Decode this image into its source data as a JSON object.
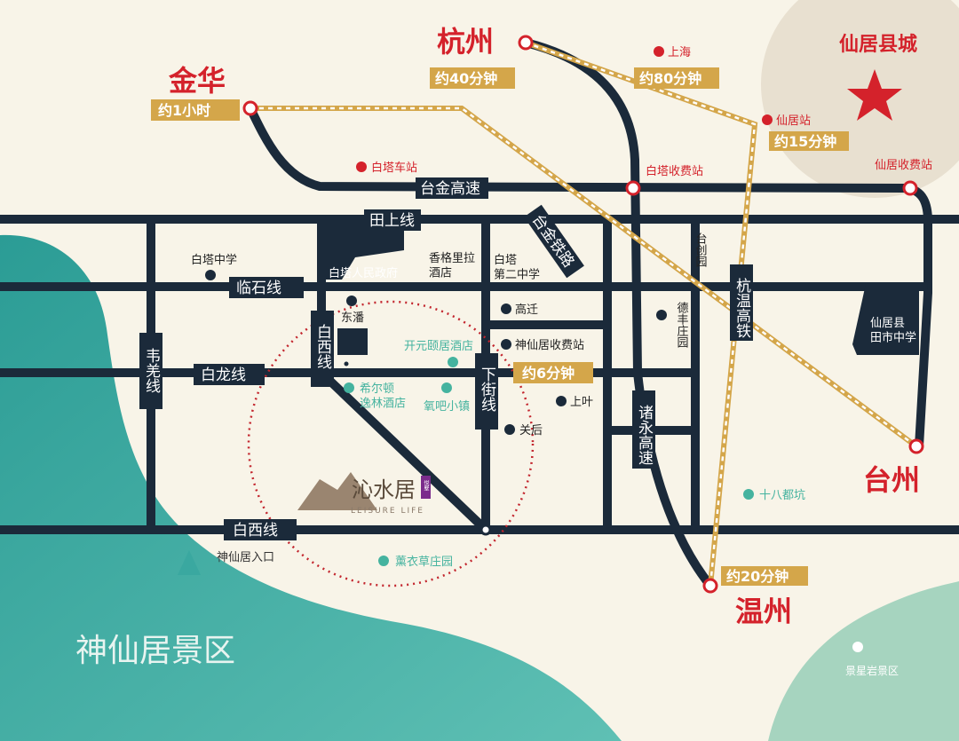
{
  "map": {
    "colors": {
      "road": "#1b2a3a",
      "city": "#d4222b",
      "badge": "#d4a64a",
      "sea": "#3aa8a0",
      "land": "#f8f4e8"
    },
    "cities": {
      "jinhua": "金华",
      "hangzhou": "杭州",
      "taizhou": "台州",
      "wenzhou": "温州",
      "county": "仙居县城"
    },
    "times": {
      "jinhua": "约1小时",
      "hangzhou": "约40分钟",
      "shanghai": "约80分钟",
      "xianju_station": "约15分钟",
      "toll": "约6分钟",
      "wenzhou": "约20分钟"
    },
    "roads": {
      "taijin": "台金高速",
      "tianshang": "田上线",
      "linshi": "临石线",
      "bailong": "白龙线",
      "baixi_h": "白西线",
      "baixi_v": "白西线",
      "weiqiang": "韦羌线",
      "xiajie": "下街线",
      "taijin_rail": "台金铁路",
      "hangwen_rail": "杭温高铁",
      "zhuyong": "诸永高速"
    },
    "pois": {
      "shanghai": "上海",
      "xianju_station": "仙居站",
      "baita_station": "白塔车站",
      "baita_toll": "白塔收费站",
      "xianju_toll": "仙居收费站",
      "baita_school": "白塔中学",
      "gov": "白塔人民政府",
      "shangri": "香格里拉\n酒店",
      "school2": "白塔\n第二中学",
      "taichuang": "台创园",
      "dongpan": "东潘",
      "gaoqian": "高迁",
      "shenxian_toll": "神仙居收费站",
      "kaiyuan": "开元颐居酒店",
      "hilton": "希尔顿\n逸林酒店",
      "oxygen": "氧吧小镇",
      "shangye": "上叶",
      "guanhou": "关后",
      "defeng": "德丰庄园",
      "tianshi": "仙居县\n田市中学",
      "shiba": "十八都坑",
      "entrance": "神仙居入口",
      "lavender": "薰衣草庄园",
      "jingxing": "景星岩景区",
      "scenic": "神仙居景区"
    },
    "project": {
      "name": "沁水居",
      "tag": "悦墅",
      "english": "LEISURE LIFE"
    }
  }
}
